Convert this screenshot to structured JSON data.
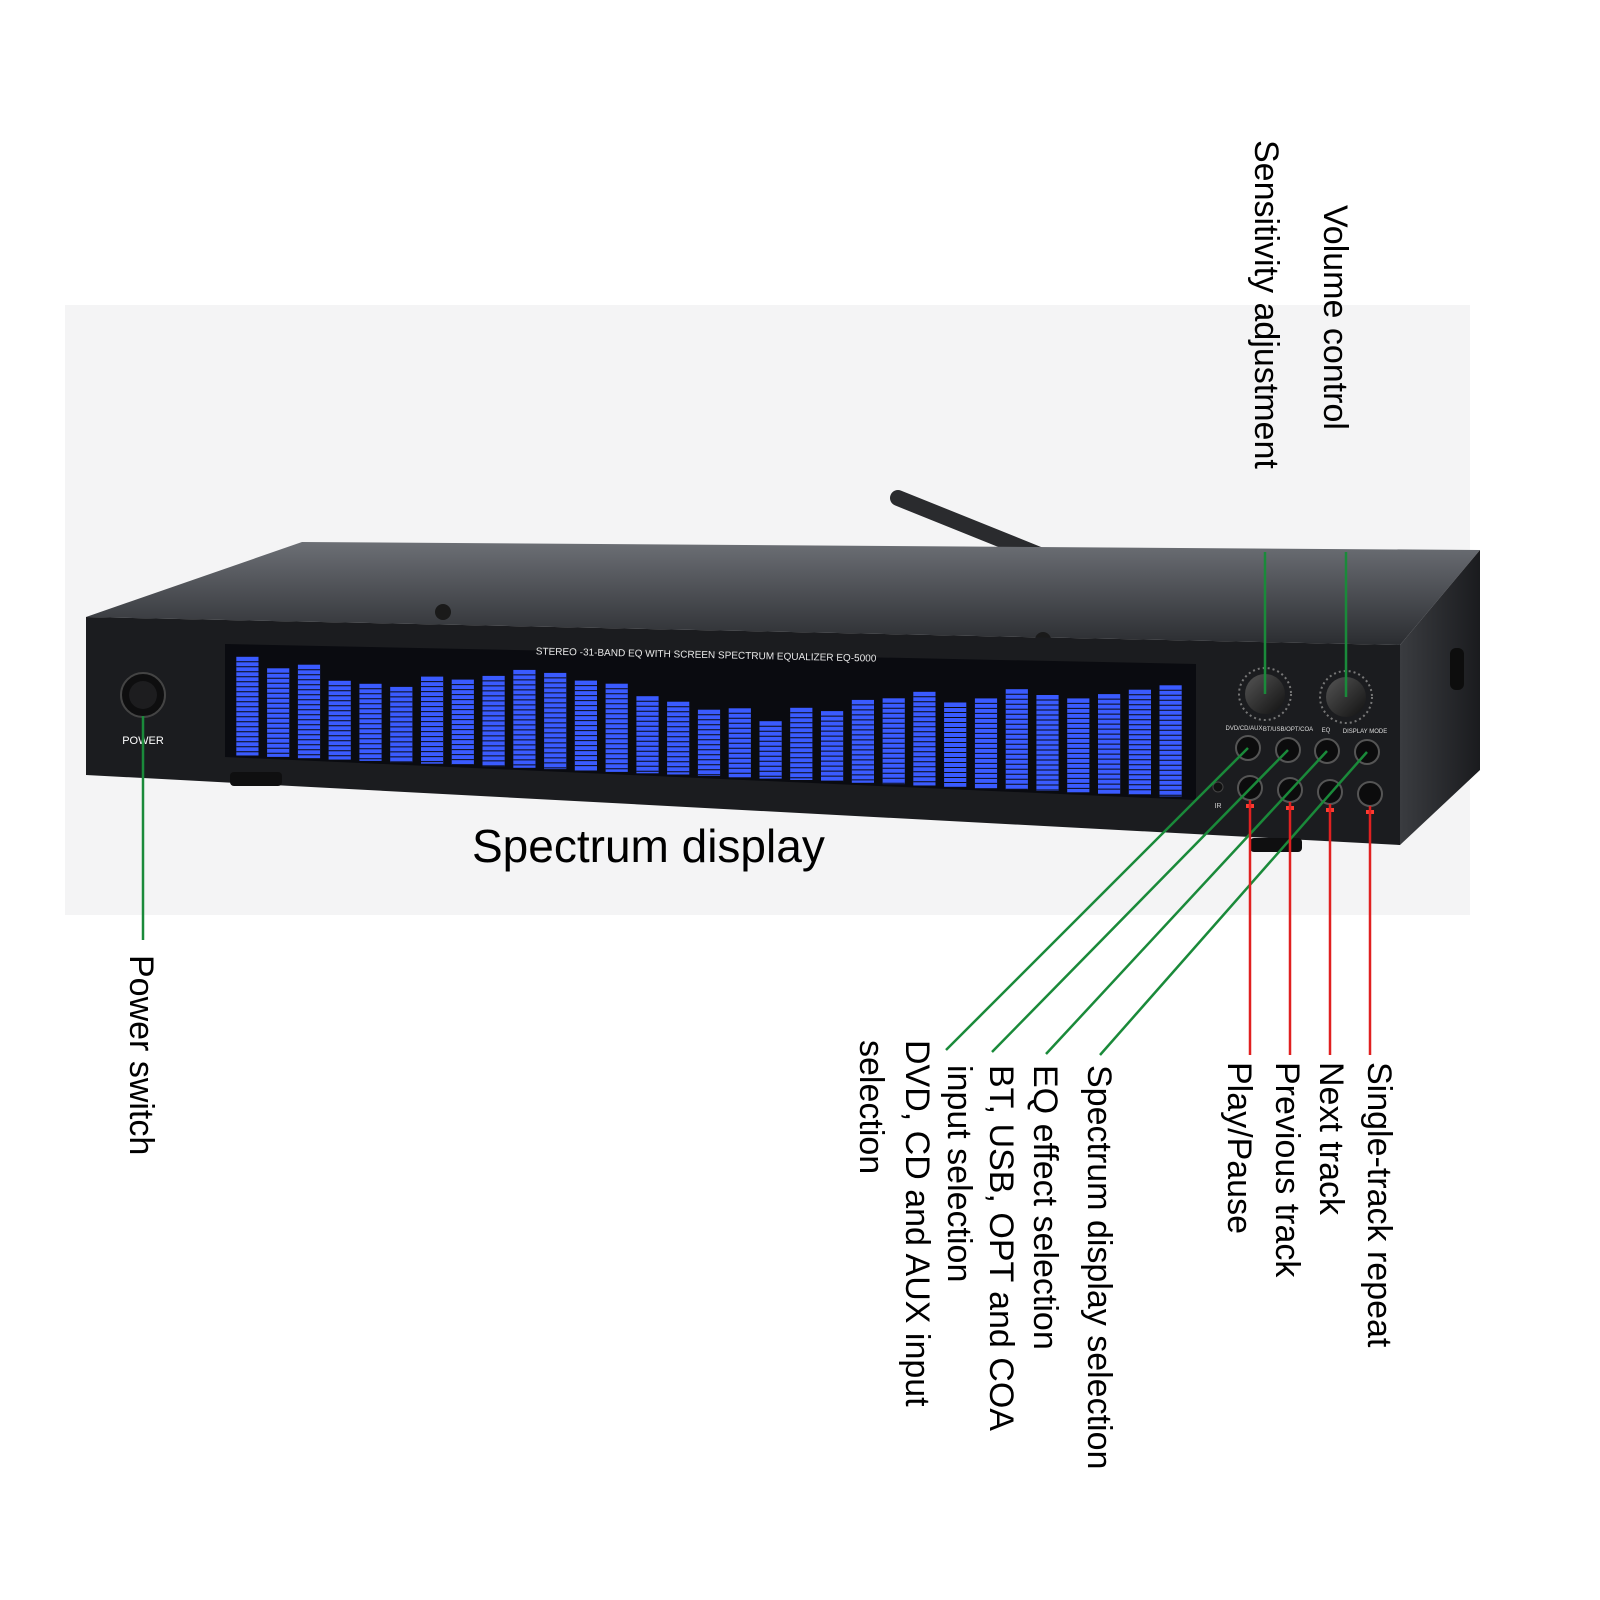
{
  "device": {
    "top_strip_text": "STEREO -31-BAND EQ WITH SCREEN SPECTRUM EQUALIZER EQ-5000",
    "power_label": "POWER",
    "knob_labels": [
      "DVD/CD/AUX",
      "BT/USB/OPT/COA",
      "EQ",
      "DISPLAY MODE"
    ],
    "ir_label": "IR",
    "bar_levels": [
      0.92,
      0.82,
      0.86,
      0.72,
      0.7,
      0.68,
      0.78,
      0.76,
      0.8,
      0.86,
      0.84,
      0.78,
      0.76,
      0.66,
      0.62,
      0.56,
      0.58,
      0.48,
      0.6,
      0.58,
      0.68,
      0.7,
      0.76,
      0.68,
      0.72,
      0.8,
      0.76,
      0.74,
      0.78,
      0.82,
      0.86
    ],
    "bar_color": "#3a5bff",
    "led_color": "#ff3b30"
  },
  "labels": {
    "spectrum_display": "Spectrum display",
    "power_switch": "Power switch",
    "sensitivity_adjustment": "Sensitivity adjustment",
    "volume_control": "Volume control",
    "dvd_input": "DVD, CD and AUX input",
    "dvd_input_line2": "selection",
    "bt_input": "BT, USB, OPT and COA",
    "bt_input_line2": "input selection",
    "eq_effect": "EQ effect selection",
    "spectrum_select": "Spectrum display selection",
    "play_pause": "Play/Pause",
    "previous_track": "Previous track",
    "next_track": "Next track",
    "single_repeat": "Single-track repeat"
  },
  "colors": {
    "leader_green": "#1a8a3a",
    "leader_red": "#e02020",
    "panel_dark": "#1b1c1f"
  }
}
